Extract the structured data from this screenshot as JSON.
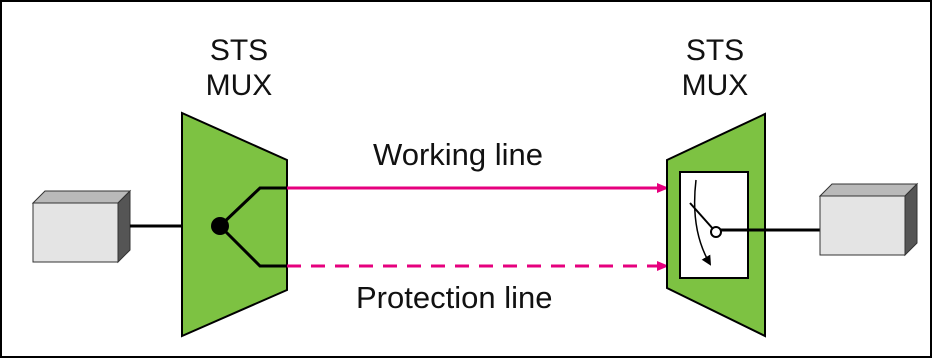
{
  "diagram": {
    "left_mux": {
      "line1": "STS",
      "line2": "MUX"
    },
    "right_mux": {
      "line1": "STS",
      "line2": "MUX"
    },
    "working_line_label": "Working line",
    "protection_line_label": "Protection line"
  },
  "colors": {
    "mux_fill": "#7DC242",
    "line_color": "#E6007E",
    "device_front": "#e4e4e4",
    "device_side": "#555555",
    "switch_box": "#ffffff",
    "border": "#000000"
  },
  "icons": {
    "left_device": "device-box-icon",
    "right_device": "device-box-icon",
    "switch": "switch-icon"
  }
}
